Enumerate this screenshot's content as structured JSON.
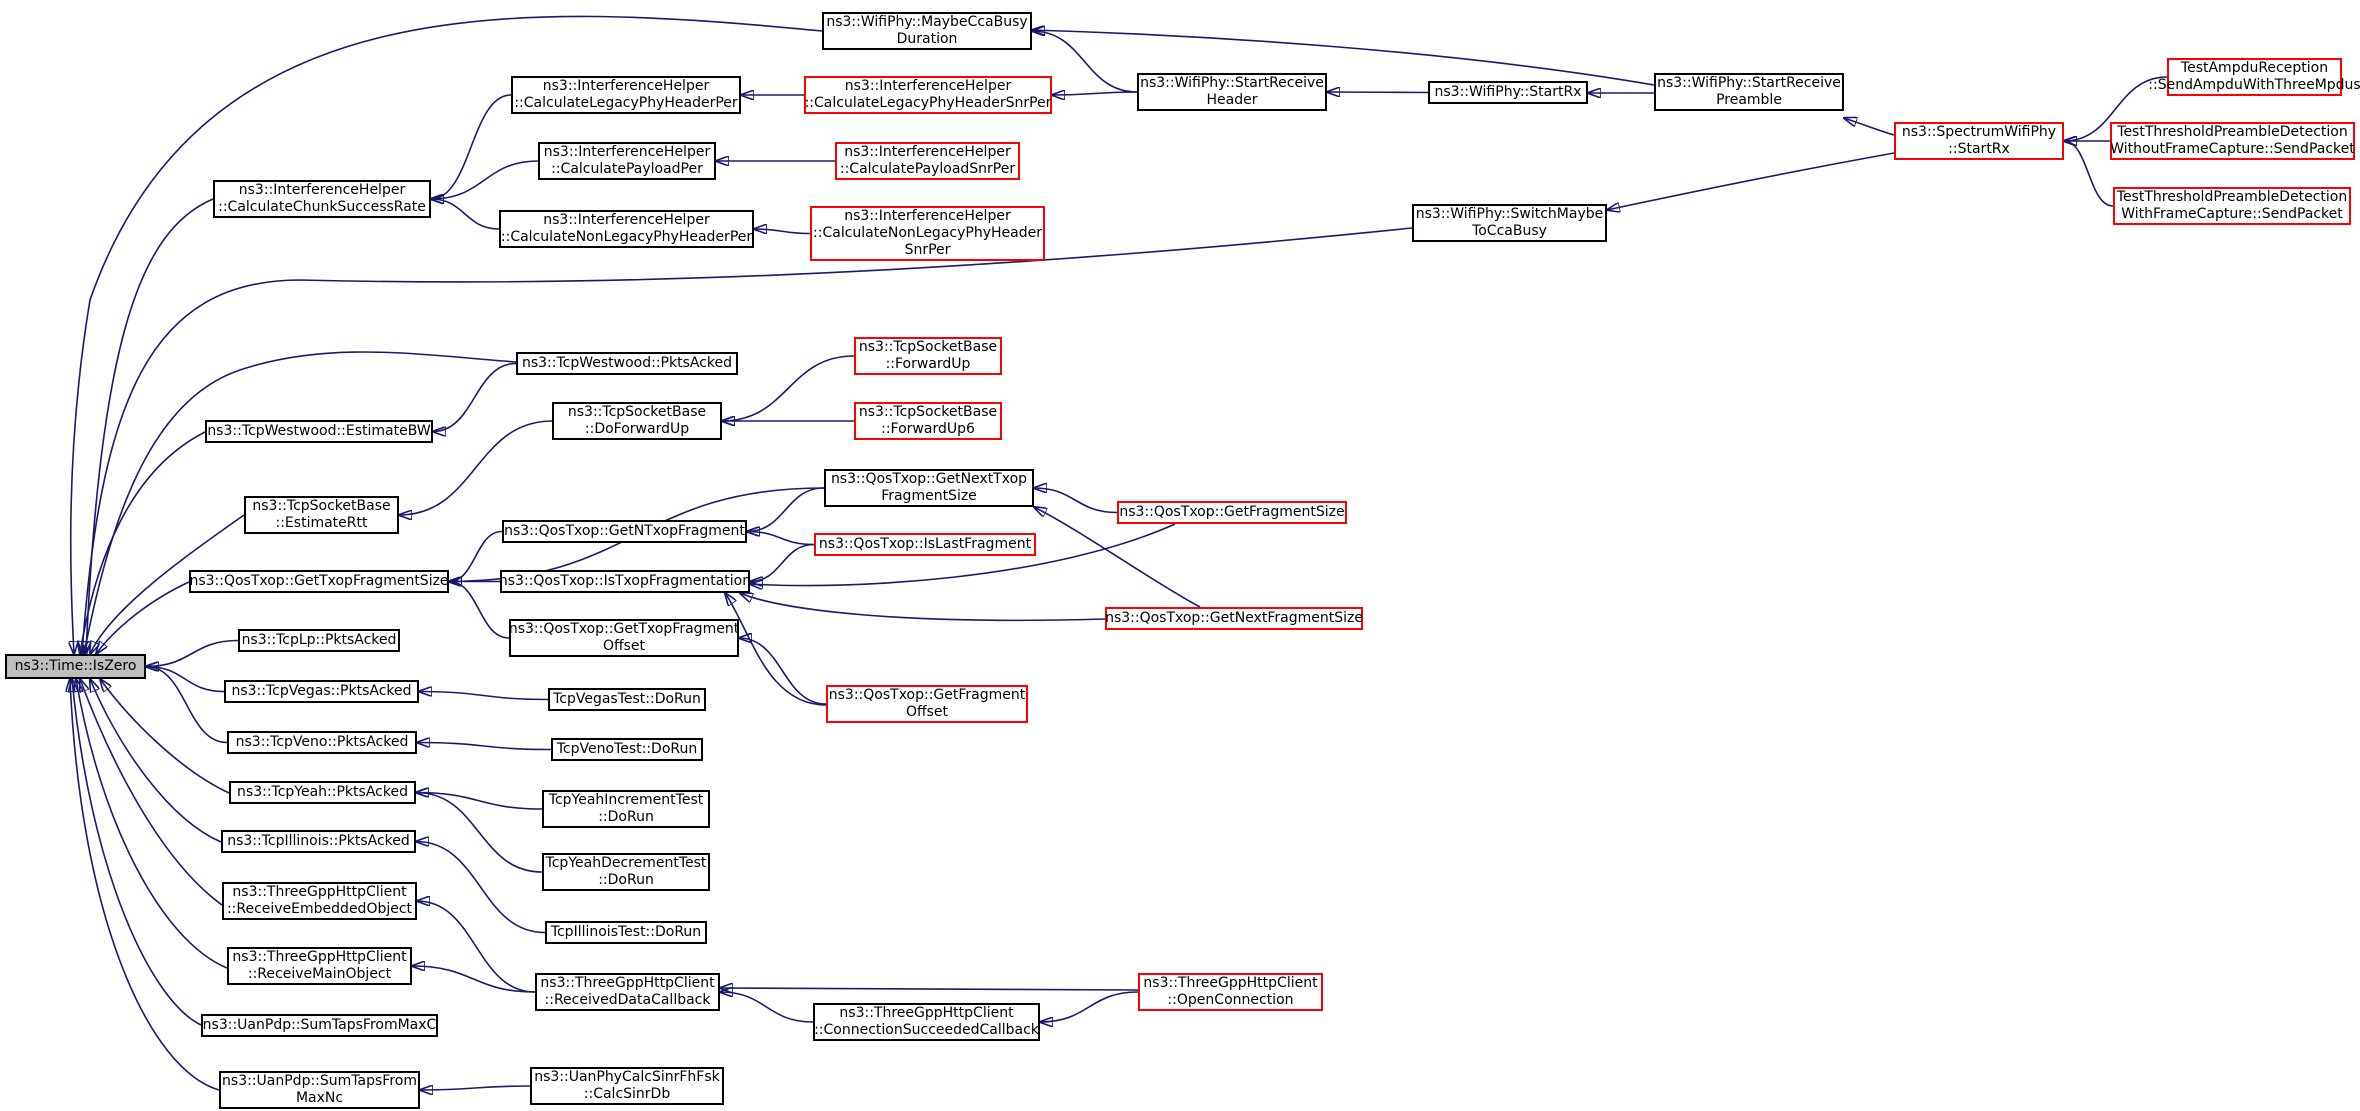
{
  "graph": {
    "edge_color": "#191970",
    "node_border_color": "#000000",
    "truncated_node_border_color": "#ff0000",
    "root_fill_color": "#bfbfbf",
    "nodes": [
      {
        "id": "root",
        "lines": [
          "ns3::Time::IsZero"
        ],
        "style": "root"
      },
      {
        "id": "maybeCca",
        "lines": [
          "ns3::WifiPhy::MaybeCcaBusy",
          "Duration"
        ],
        "style": "normal"
      },
      {
        "id": "startRecvPreamble",
        "lines": [
          "ns3::WifiPhy::StartReceive",
          "Preamble"
        ],
        "style": "normal"
      },
      {
        "id": "startRecvHeader",
        "lines": [
          "ns3::WifiPhy::StartReceive",
          "Header"
        ],
        "style": "normal"
      },
      {
        "id": "startRx",
        "lines": [
          "ns3::WifiPhy::StartRx"
        ],
        "style": "normal"
      },
      {
        "id": "spectrumStartRx",
        "lines": [
          "ns3::SpectrumWifiPhy",
          "::StartRx"
        ],
        "style": "truncated"
      },
      {
        "id": "testAmpdu",
        "lines": [
          "TestAmpduReception",
          "::SendAmpduWithThreeMpdus"
        ],
        "style": "truncated"
      },
      {
        "id": "testWithout",
        "lines": [
          "TestThresholdPreambleDetection",
          "WithoutFrameCapture::SendPacket"
        ],
        "style": "truncated"
      },
      {
        "id": "testWith",
        "lines": [
          "TestThresholdPreambleDetection",
          "WithFrameCapture::SendPacket"
        ],
        "style": "truncated"
      },
      {
        "id": "switchMaybe",
        "lines": [
          "ns3::WifiPhy::SwitchMaybe",
          "ToCcaBusy"
        ],
        "style": "normal"
      },
      {
        "id": "calcChunk",
        "lines": [
          "ns3::InterferenceHelper",
          "::CalculateChunkSuccessRate"
        ],
        "style": "normal"
      },
      {
        "id": "calcLegacy",
        "lines": [
          "ns3::InterferenceHelper",
          "::CalculateLegacyPhyHeaderPer"
        ],
        "style": "normal"
      },
      {
        "id": "calcLegacySnr",
        "lines": [
          "ns3::InterferenceHelper",
          "::CalculateLegacyPhyHeaderSnrPer"
        ],
        "style": "truncated"
      },
      {
        "id": "calcPayload",
        "lines": [
          "ns3::InterferenceHelper",
          "::CalculatePayloadPer"
        ],
        "style": "normal"
      },
      {
        "id": "calcPayloadSnr",
        "lines": [
          "ns3::InterferenceHelper",
          "::CalculatePayloadSnrPer"
        ],
        "style": "truncated"
      },
      {
        "id": "calcNonLegacy",
        "lines": [
          "ns3::InterferenceHelper",
          "::CalculateNonLegacyPhyHeaderPer"
        ],
        "style": "normal"
      },
      {
        "id": "calcNonLegacySnr",
        "lines": [
          "ns3::InterferenceHelper",
          "::CalculateNonLegacyPhyHeader",
          "SnrPer"
        ],
        "style": "truncated"
      },
      {
        "id": "westwoodPkts",
        "lines": [
          "ns3::TcpWestwood::PktsAcked"
        ],
        "style": "normal"
      },
      {
        "id": "westwoodBW",
        "lines": [
          "ns3::TcpWestwood::EstimateBW"
        ],
        "style": "normal"
      },
      {
        "id": "doForwardUp",
        "lines": [
          "ns3::TcpSocketBase",
          "::DoForwardUp"
        ],
        "style": "normal"
      },
      {
        "id": "forwardUp",
        "lines": [
          "ns3::TcpSocketBase",
          "::ForwardUp"
        ],
        "style": "truncated"
      },
      {
        "id": "forwardUp6",
        "lines": [
          "ns3::TcpSocketBase",
          "::ForwardUp6"
        ],
        "style": "truncated"
      },
      {
        "id": "estimateRtt",
        "lines": [
          "ns3::TcpSocketBase",
          "::EstimateRtt"
        ],
        "style": "normal"
      },
      {
        "id": "getTxopFragSize",
        "lines": [
          "ns3::QosTxop::GetTxopFragmentSize"
        ],
        "style": "normal"
      },
      {
        "id": "getNextTxopFragSize",
        "lines": [
          "ns3::QosTxop::GetNextTxop",
          "FragmentSize"
        ],
        "style": "normal"
      },
      {
        "id": "getNTxopFrag",
        "lines": [
          "ns3::QosTxop::GetNTxopFragment"
        ],
        "style": "normal"
      },
      {
        "id": "isLastFrag",
        "lines": [
          "ns3::QosTxop::IsLastFragment"
        ],
        "style": "truncated"
      },
      {
        "id": "isTxopFragmentation",
        "lines": [
          "ns3::QosTxop::IsTxopFragmentation"
        ],
        "style": "normal"
      },
      {
        "id": "getFragSize",
        "lines": [
          "ns3::QosTxop::GetFragmentSize"
        ],
        "style": "truncated"
      },
      {
        "id": "getNextFragSize",
        "lines": [
          "ns3::QosTxop::GetNextFragmentSize"
        ],
        "style": "truncated"
      },
      {
        "id": "getTxopFragOffset",
        "lines": [
          "ns3::QosTxop::GetTxopFragment",
          "Offset"
        ],
        "style": "normal"
      },
      {
        "id": "getFragOffset",
        "lines": [
          "ns3::QosTxop::GetFragment",
          "Offset"
        ],
        "style": "truncated"
      },
      {
        "id": "tcpLp",
        "lines": [
          "ns3::TcpLp::PktsAcked"
        ],
        "style": "normal"
      },
      {
        "id": "tcpVegas",
        "lines": [
          "ns3::TcpVegas::PktsAcked"
        ],
        "style": "normal"
      },
      {
        "id": "tcpVegasTest",
        "lines": [
          "TcpVegasTest::DoRun"
        ],
        "style": "normal"
      },
      {
        "id": "tcpVeno",
        "lines": [
          "ns3::TcpVeno::PktsAcked"
        ],
        "style": "normal"
      },
      {
        "id": "tcpVenoTest",
        "lines": [
          "TcpVenoTest::DoRun"
        ],
        "style": "normal"
      },
      {
        "id": "tcpYeah",
        "lines": [
          "ns3::TcpYeah::PktsAcked"
        ],
        "style": "normal"
      },
      {
        "id": "tcpYeahInc",
        "lines": [
          "TcpYeahIncrementTest",
          "::DoRun"
        ],
        "style": "normal"
      },
      {
        "id": "tcpYeahDec",
        "lines": [
          "TcpYeahDecrementTest",
          "::DoRun"
        ],
        "style": "normal"
      },
      {
        "id": "tcpIllinois",
        "lines": [
          "ns3::TcpIllinois::PktsAcked"
        ],
        "style": "normal"
      },
      {
        "id": "tcpIllinoisTest",
        "lines": [
          "TcpIllinoisTest::DoRun"
        ],
        "style": "normal"
      },
      {
        "id": "recvEmbedded",
        "lines": [
          "ns3::ThreeGppHttpClient",
          "::ReceiveEmbeddedObject"
        ],
        "style": "normal"
      },
      {
        "id": "recvMain",
        "lines": [
          "ns3::ThreeGppHttpClient",
          "::ReceiveMainObject"
        ],
        "style": "normal"
      },
      {
        "id": "recvDataCb",
        "lines": [
          "ns3::ThreeGppHttpClient",
          "::ReceivedDataCallback"
        ],
        "style": "normal"
      },
      {
        "id": "connSucceeded",
        "lines": [
          "ns3::ThreeGppHttpClient",
          "::ConnectionSucceededCallback"
        ],
        "style": "normal"
      },
      {
        "id": "openConn",
        "lines": [
          "ns3::ThreeGppHttpClient",
          "::OpenConnection"
        ],
        "style": "truncated"
      },
      {
        "id": "sumTapsMaxC",
        "lines": [
          "ns3::UanPdp::SumTapsFromMaxC"
        ],
        "style": "normal"
      },
      {
        "id": "sumTapsMaxNc",
        "lines": [
          "ns3::UanPdp::SumTapsFrom",
          "MaxNc"
        ],
        "style": "normal"
      },
      {
        "id": "calcSinrDb",
        "lines": [
          "ns3::UanPhyCalcSinrFhFsk",
          "::CalcSinrDb"
        ],
        "style": "normal"
      }
    ],
    "edges": [
      [
        "root",
        "maybeCca"
      ],
      [
        "root",
        "calcChunk"
      ],
      [
        "root",
        "switchMaybe"
      ],
      [
        "root",
        "westwoodPkts"
      ],
      [
        "root",
        "westwoodBW"
      ],
      [
        "root",
        "estimateRtt"
      ],
      [
        "root",
        "getTxopFragSize"
      ],
      [
        "root",
        "tcpLp"
      ],
      [
        "root",
        "tcpVegas"
      ],
      [
        "root",
        "tcpVeno"
      ],
      [
        "root",
        "tcpYeah"
      ],
      [
        "root",
        "tcpIllinois"
      ],
      [
        "root",
        "recvEmbedded"
      ],
      [
        "root",
        "recvMain"
      ],
      [
        "root",
        "sumTapsMaxC"
      ],
      [
        "root",
        "sumTapsMaxNc"
      ],
      [
        "maybeCca",
        "startRecvPreamble"
      ],
      [
        "maybeCca",
        "startRecvHeader"
      ],
      [
        "startRecvHeader",
        "startRx"
      ],
      [
        "startRx",
        "startRecvPreamble"
      ],
      [
        "startRecvPreamble",
        "spectrumStartRx"
      ],
      [
        "spectrumStartRx",
        "testAmpdu"
      ],
      [
        "spectrumStartRx",
        "testWithout"
      ],
      [
        "spectrumStartRx",
        "testWith"
      ],
      [
        "switchMaybe",
        "spectrumStartRx"
      ],
      [
        "calcChunk",
        "calcLegacy"
      ],
      [
        "calcChunk",
        "calcPayload"
      ],
      [
        "calcChunk",
        "calcNonLegacy"
      ],
      [
        "calcLegacy",
        "calcLegacySnr"
      ],
      [
        "calcLegacySnr",
        "startRecvHeader"
      ],
      [
        "calcPayload",
        "calcPayloadSnr"
      ],
      [
        "calcNonLegacy",
        "calcNonLegacySnr"
      ],
      [
        "westwoodBW",
        "westwoodPkts"
      ],
      [
        "estimateRtt",
        "doForwardUp"
      ],
      [
        "doForwardUp",
        "forwardUp"
      ],
      [
        "doForwardUp",
        "forwardUp6"
      ],
      [
        "getTxopFragSize",
        "getNextTxopFragSize"
      ],
      [
        "getTxopFragSize",
        "getNTxopFrag"
      ],
      [
        "getTxopFragSize",
        "isTxopFragmentation"
      ],
      [
        "getTxopFragSize",
        "getTxopFragOffset"
      ],
      [
        "getNTxopFrag",
        "getNextTxopFragSize"
      ],
      [
        "getNTxopFrag",
        "isLastFrag"
      ],
      [
        "getNextTxopFragSize",
        "getFragSize"
      ],
      [
        "getNextTxopFragSize",
        "getNextFragSize"
      ],
      [
        "isTxopFragmentation",
        "isLastFrag"
      ],
      [
        "isTxopFragmentation",
        "getFragSize"
      ],
      [
        "isTxopFragmentation",
        "getNextFragSize"
      ],
      [
        "isTxopFragmentation",
        "getFragOffset"
      ],
      [
        "getTxopFragOffset",
        "getFragOffset"
      ],
      [
        "tcpVegas",
        "tcpVegasTest"
      ],
      [
        "tcpVeno",
        "tcpVenoTest"
      ],
      [
        "tcpYeah",
        "tcpYeahInc"
      ],
      [
        "tcpYeah",
        "tcpYeahDec"
      ],
      [
        "tcpIllinois",
        "tcpIllinoisTest"
      ],
      [
        "recvEmbedded",
        "recvDataCb"
      ],
      [
        "recvMain",
        "recvDataCb"
      ],
      [
        "recvDataCb",
        "openConn"
      ],
      [
        "recvDataCb",
        "connSucceeded"
      ],
      [
        "connSucceeded",
        "openConn"
      ],
      [
        "sumTapsMaxNc",
        "calcSinrDb"
      ]
    ]
  }
}
